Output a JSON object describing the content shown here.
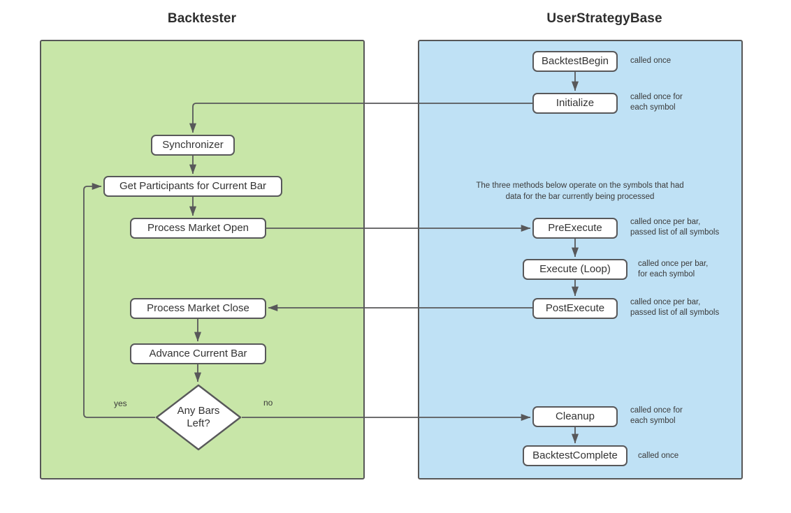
{
  "diagram": {
    "type": "flowchart",
    "panels": [
      {
        "id": "backtester",
        "title": "Backtester",
        "color": "#c8e6a8",
        "border_color": "#575757"
      },
      {
        "id": "userstrategybase",
        "title": "UserStrategyBase",
        "color": "#bfe1f5",
        "border_color": "#575757"
      }
    ],
    "node_style": {
      "fill": "#ffffff",
      "stroke": "#58585a",
      "text": "#333333"
    },
    "edge_color": "#58585a"
  },
  "backtester": {
    "title": "Backtester",
    "nodes": {
      "synchronizer": "Synchronizer",
      "get_participants": "Get Participants for Current Bar",
      "process_market_open": "Process Market Open",
      "process_market_close": "Process Market Close",
      "advance_current_bar": "Advance Current Bar",
      "any_bars_left_line1": "Any Bars",
      "any_bars_left_line2": "Left?"
    },
    "edge_labels": {
      "yes": "yes",
      "no": "no"
    }
  },
  "userstrategybase": {
    "title": "UserStrategyBase",
    "note": "The three methods below operate on the symbols that had\ndata for the bar currently being processed",
    "nodes": {
      "backtest_begin": "BacktestBegin",
      "initialize": "Initialize",
      "pre_execute": "PreExecute",
      "execute_loop": "Execute (Loop)",
      "post_execute": "PostExecute",
      "cleanup": "Cleanup",
      "backtest_complete": "BacktestComplete"
    },
    "annotations": {
      "backtest_begin": "called once",
      "initialize": "called once for\neach symbol",
      "pre_execute": "called once per bar,\npassed list of all symbols",
      "execute_loop": "called once per bar,\nfor each symbol",
      "post_execute": "called once per bar,\npassed list of all symbols",
      "cleanup": "called once for\neach symbol",
      "backtest_complete": "called once"
    }
  }
}
